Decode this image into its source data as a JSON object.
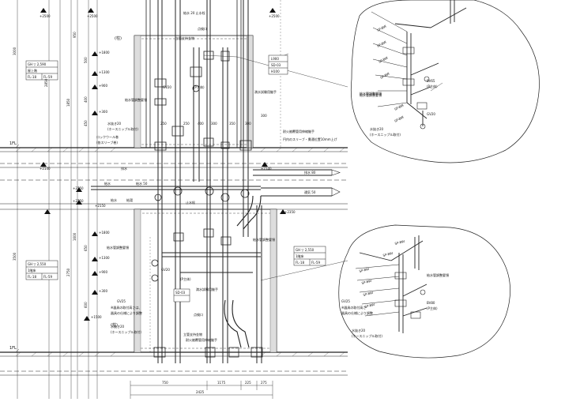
{
  "drawing": {
    "floor_labels": {
      "upper": "1FL",
      "lower": "1FL"
    },
    "columns": {
      "upper": "(柱)",
      "lower": "(柱)"
    },
    "elevations": {
      "top_left": "+2500",
      "top_mid": "+2500",
      "top_right": "+2500",
      "e1800": "+1800",
      "e1300": "+1300",
      "e900": "+900",
      "e300": "+300",
      "slab": "+2140",
      "slab2": "+2140",
      "mid_left": "+2750",
      "mid_left2": "+2750",
      "mid_right": "+2150",
      "mid_right2": "+2350",
      "low_1800": "+1800",
      "low_1300": "+1300",
      "low_900": "+900",
      "low_300": "+300",
      "low_left": "+1500"
    },
    "dims_vertical": {
      "d3000": "3000",
      "d2850": "2850",
      "d1850": "1850",
      "d950": "950",
      "d500": "500",
      "d400": "400",
      "d450": "450",
      "d2750": "2750",
      "d1600": "1600",
      "d650": "650",
      "d600": "600",
      "d3500": "3500"
    },
    "dims_bottom": {
      "d750": "750",
      "d1175": "1175",
      "d225": "225",
      "d275": "275",
      "total": "2425"
    },
    "dims_mid": {
      "d250a": "250",
      "d250b": "250",
      "d400a": "400",
      "d300a": "300",
      "d350": "350",
      "d300b": "300",
      "d300c": "300"
    },
    "labels_upper": {
      "valve_top": "給水 20 止水栓",
      "check": "点検口",
      "support1": "立管支持金物",
      "gv20a": "GV20",
      "ptype": "(P主体)",
      "pipe_guide": "給水管調整要領",
      "hose": "水抜き20",
      "hose2": "(ホースニップル取付)",
      "rockwool": "ロックウール巻",
      "sleeve": "(各スリーブ巻)",
      "tank_test": "満水試験用継手",
      "fire_drain": "耐火被覆管用伸縮継手",
      "circ_sleeve": "円内のスリーブ・貫通位置10mm上げ",
      "supply_pipe": "給水管調整要領"
    },
    "labels_mid": {
      "drain_w": "排水",
      "drain_d": "排水 80",
      "drain_v": "通気 50",
      "water_v": "給水",
      "water_s": "給水 50",
      "cold": "給水",
      "hot": "給湯",
      "valve_b": "止水栓",
      "ctrl": "給水管調整要領"
    },
    "labels_lower": {
      "gv20b": "GV20",
      "ptype2": "(P主体)",
      "gv25": "GV25",
      "note1": "※器具の取付高さは、",
      "note2": "器具の仕様により調整",
      "hose3": "水抜き20",
      "hose4": "(ホースニップル取付)",
      "tank_test2": "満水試験用継手",
      "pipe_guide2": "給水管調整要領",
      "check2": "点検口",
      "support2": "立管支持金物",
      "fire_drain2": "耐火被覆管用伸縮継手"
    },
    "info_box_upper": {
      "r1": "GH ▽ 2,590",
      "r2": "屋上階",
      "r3a": "FL-18",
      "r3b": "FL-59"
    },
    "info_box_lower": {
      "r1": "GH ▽ 2,550",
      "r2": "1階床",
      "r3a": "FL-18",
      "r3b": "FL-59"
    },
    "info_box_lower_right": {
      "r1": "GH ▽ 2,550",
      "r2": "1階床",
      "r3a": "FL-18",
      "r3b": "FL-59"
    },
    "callout_top": {
      "a": "L900",
      "b": "SD-03",
      "c": "H100"
    },
    "callout_low": {
      "a": "SD-03",
      "b": ""
    },
    "iso_upper": {
      "title": "給水管調整要領",
      "bv": "BV65",
      "bv2": "(P主体)",
      "gv": "GV20",
      "hose": "水抜き20",
      "hose2": "(ホースニップル取付)",
      "dims": [
        "SP-BW",
        "SP-BW",
        "SP-BW",
        "SP-BW",
        "SP-BW",
        "SP-BW"
      ]
    },
    "iso_lower": {
      "title": "給水管調整要領",
      "bv": "BV80",
      "bv2": "(P主体)",
      "gv": "GV25",
      "note1": "※器具の取付高さ",
      "note2": "器具の仕様により調整",
      "hose": "水抜き20",
      "hose2": "(ホースニップル取付)",
      "dims": [
        "SP-BW",
        "SP-BW",
        "SP-BW",
        "SP-BW",
        "SP-BW",
        "SP-BW"
      ]
    }
  }
}
